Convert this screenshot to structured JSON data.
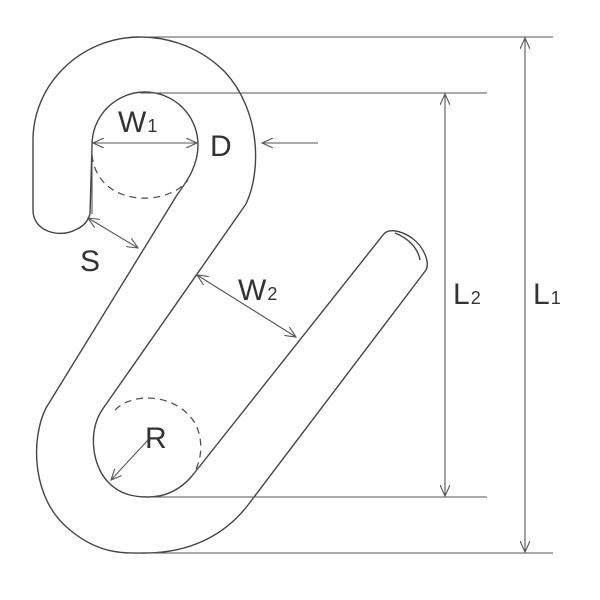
{
  "title": "S-hook dimension diagram",
  "colors": {
    "line": "#444444",
    "background": "#ffffff"
  },
  "labels": {
    "w1": "W",
    "w1_sub": "1",
    "d": "D",
    "s": "S",
    "w2": "W",
    "w2_sub": "2",
    "l2": "L",
    "l2_sub": "2",
    "l1": "L",
    "l1_sub": "1",
    "r": "R"
  }
}
